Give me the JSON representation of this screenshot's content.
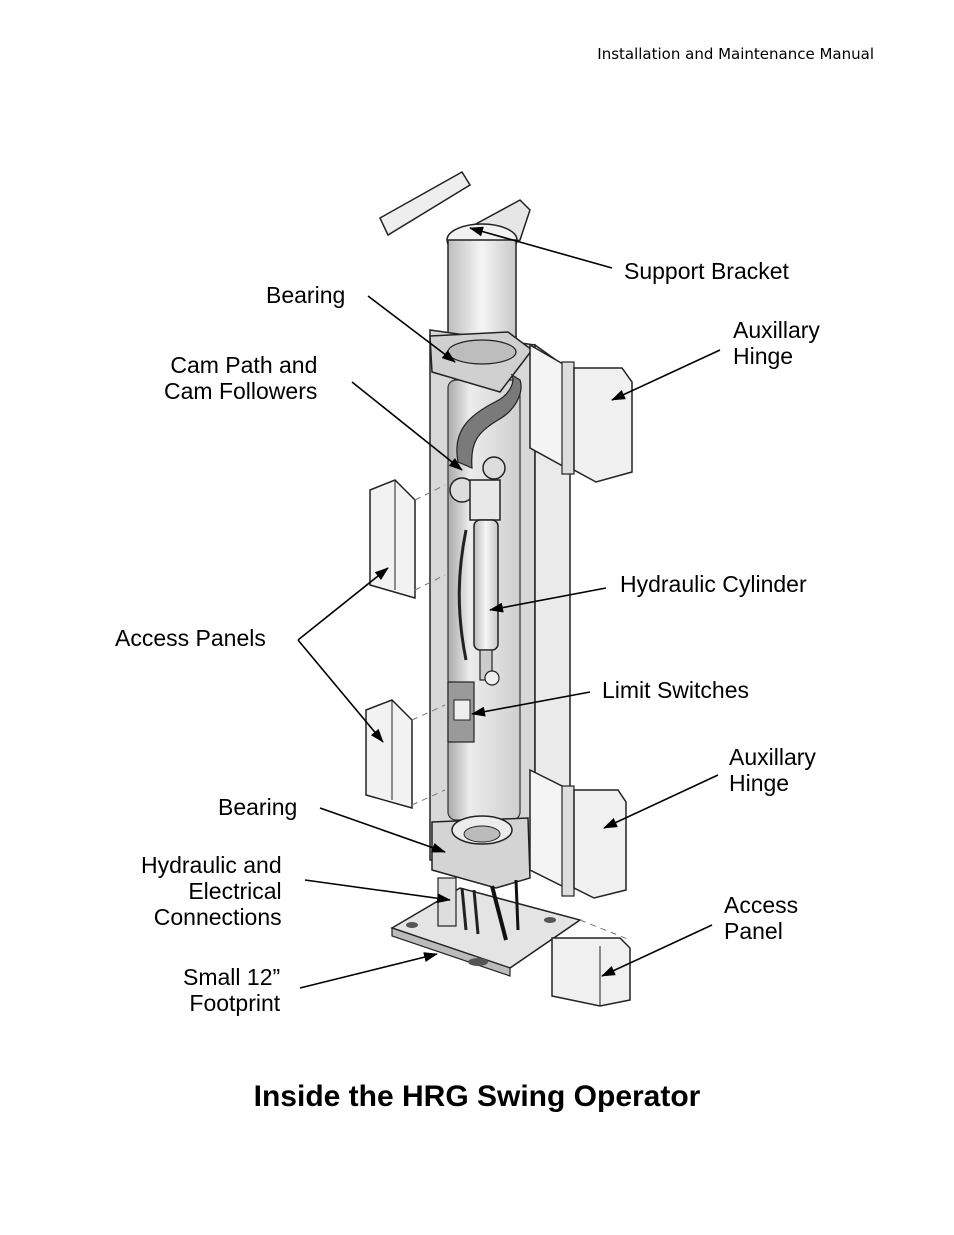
{
  "header": {
    "text": "Installation and Maintenance Manual"
  },
  "labels": {
    "support_bracket": "Support Bracket",
    "bearing_top": "Bearing",
    "cam_path": "Cam Path and\nCam Followers",
    "aux_hinge_top": "Auxillary\nHinge",
    "access_panels": "Access Panels",
    "hydraulic_cylinder": "Hydraulic Cylinder",
    "limit_switches": "Limit Switches",
    "aux_hinge_bottom": "Auxillary\nHinge",
    "bearing_bottom": "Bearing",
    "hyd_elec": "Hydraulic and\nElectrical\nConnections",
    "access_panel": "Access\nPanel",
    "footprint": "Small 12”\nFootprint"
  },
  "title": "Inside the HRG Swing Operator"
}
